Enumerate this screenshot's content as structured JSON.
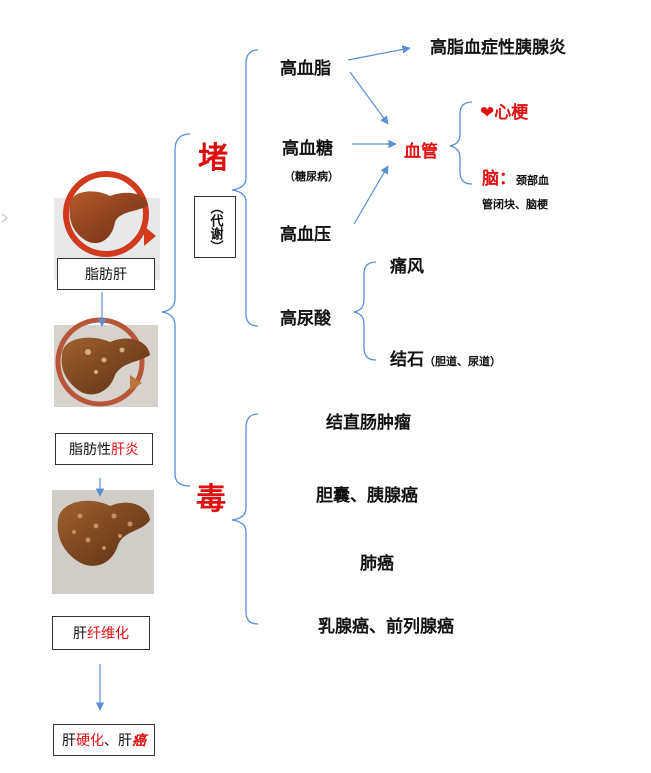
{
  "stages": {
    "fatty_liver": "脂肪肝",
    "fatty_hepatitis": {
      "prefix": "脂肪性",
      "highlight": "肝炎"
    },
    "fibrosis": {
      "prefix": "肝",
      "highlight": "纤维化"
    },
    "cirrhosis_cancer": {
      "p1": "肝",
      "h1": "硬化",
      "p2": "、肝",
      "h2": "癌"
    }
  },
  "categories": {
    "blockage": "堵",
    "metabolism_note": "（代谢）",
    "toxin": "毒"
  },
  "blockage": {
    "hyperlipidemia": "高血脂",
    "pancreatitis": "高脂血症性胰腺炎",
    "hyperglycemia": "高血糖",
    "diabetes_note": "（糖尿病）",
    "hypertension": "高血压",
    "vascular": "血管",
    "heart_symbol": "❤",
    "heart": "心梗",
    "brain_label": "脑：",
    "brain_line1": "颈部血",
    "brain_line2": "管闭块、脑梗",
    "hyperuricemia": "高尿酸",
    "gout": "痛风",
    "stones": "结石",
    "stones_note": "（胆道、尿道）"
  },
  "toxin": {
    "colorectal": "结直肠肿瘤",
    "gallbladder_pancreas": "胆囊、胰腺癌",
    "lung": "肺癌",
    "breast_prostate": "乳腺癌、前列腺癌"
  },
  "colors": {
    "accent_red": "#e01010",
    "line_blue": "#5b8ed6",
    "liver_brown": "#7a3a1c"
  }
}
